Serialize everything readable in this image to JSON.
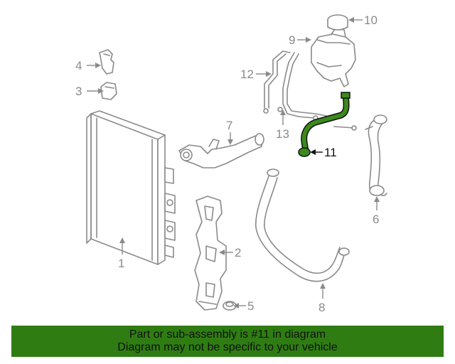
{
  "callouts": {
    "c1": "1",
    "c2": "2",
    "c3": "3",
    "c4": "4",
    "c5": "5",
    "c6": "6",
    "c7": "7",
    "c8": "8",
    "c9": "9",
    "c10": "10",
    "c11": "11",
    "c12": "12",
    "c13": "13"
  },
  "highlighted_part": "11",
  "colors": {
    "highlight": "#3a8a1c",
    "footer_bg": "#2f7d12",
    "line": "#8a8a8a"
  },
  "footer": {
    "line1": "Part or sub-assembly is #11 in diagram",
    "line2": "Diagram may not be specific to your vehicle"
  }
}
